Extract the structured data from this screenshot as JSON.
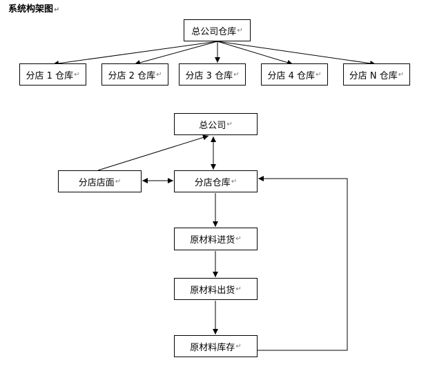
{
  "title": "系统构架图",
  "paragraph_mark": "↵",
  "diagram1": {
    "root": "总公司仓库",
    "branches": [
      "分店 1 仓库",
      "分店 2 仓库",
      "分店 3 仓库",
      "分店 4 仓库",
      "分店 N 仓库"
    ]
  },
  "diagram2": {
    "hq": "总公司",
    "storefront": "分店店面",
    "branch_warehouse": "分店仓库",
    "purchase": "原材料进货",
    "shipment": "原材料出货",
    "inventory": "原材料库存"
  }
}
